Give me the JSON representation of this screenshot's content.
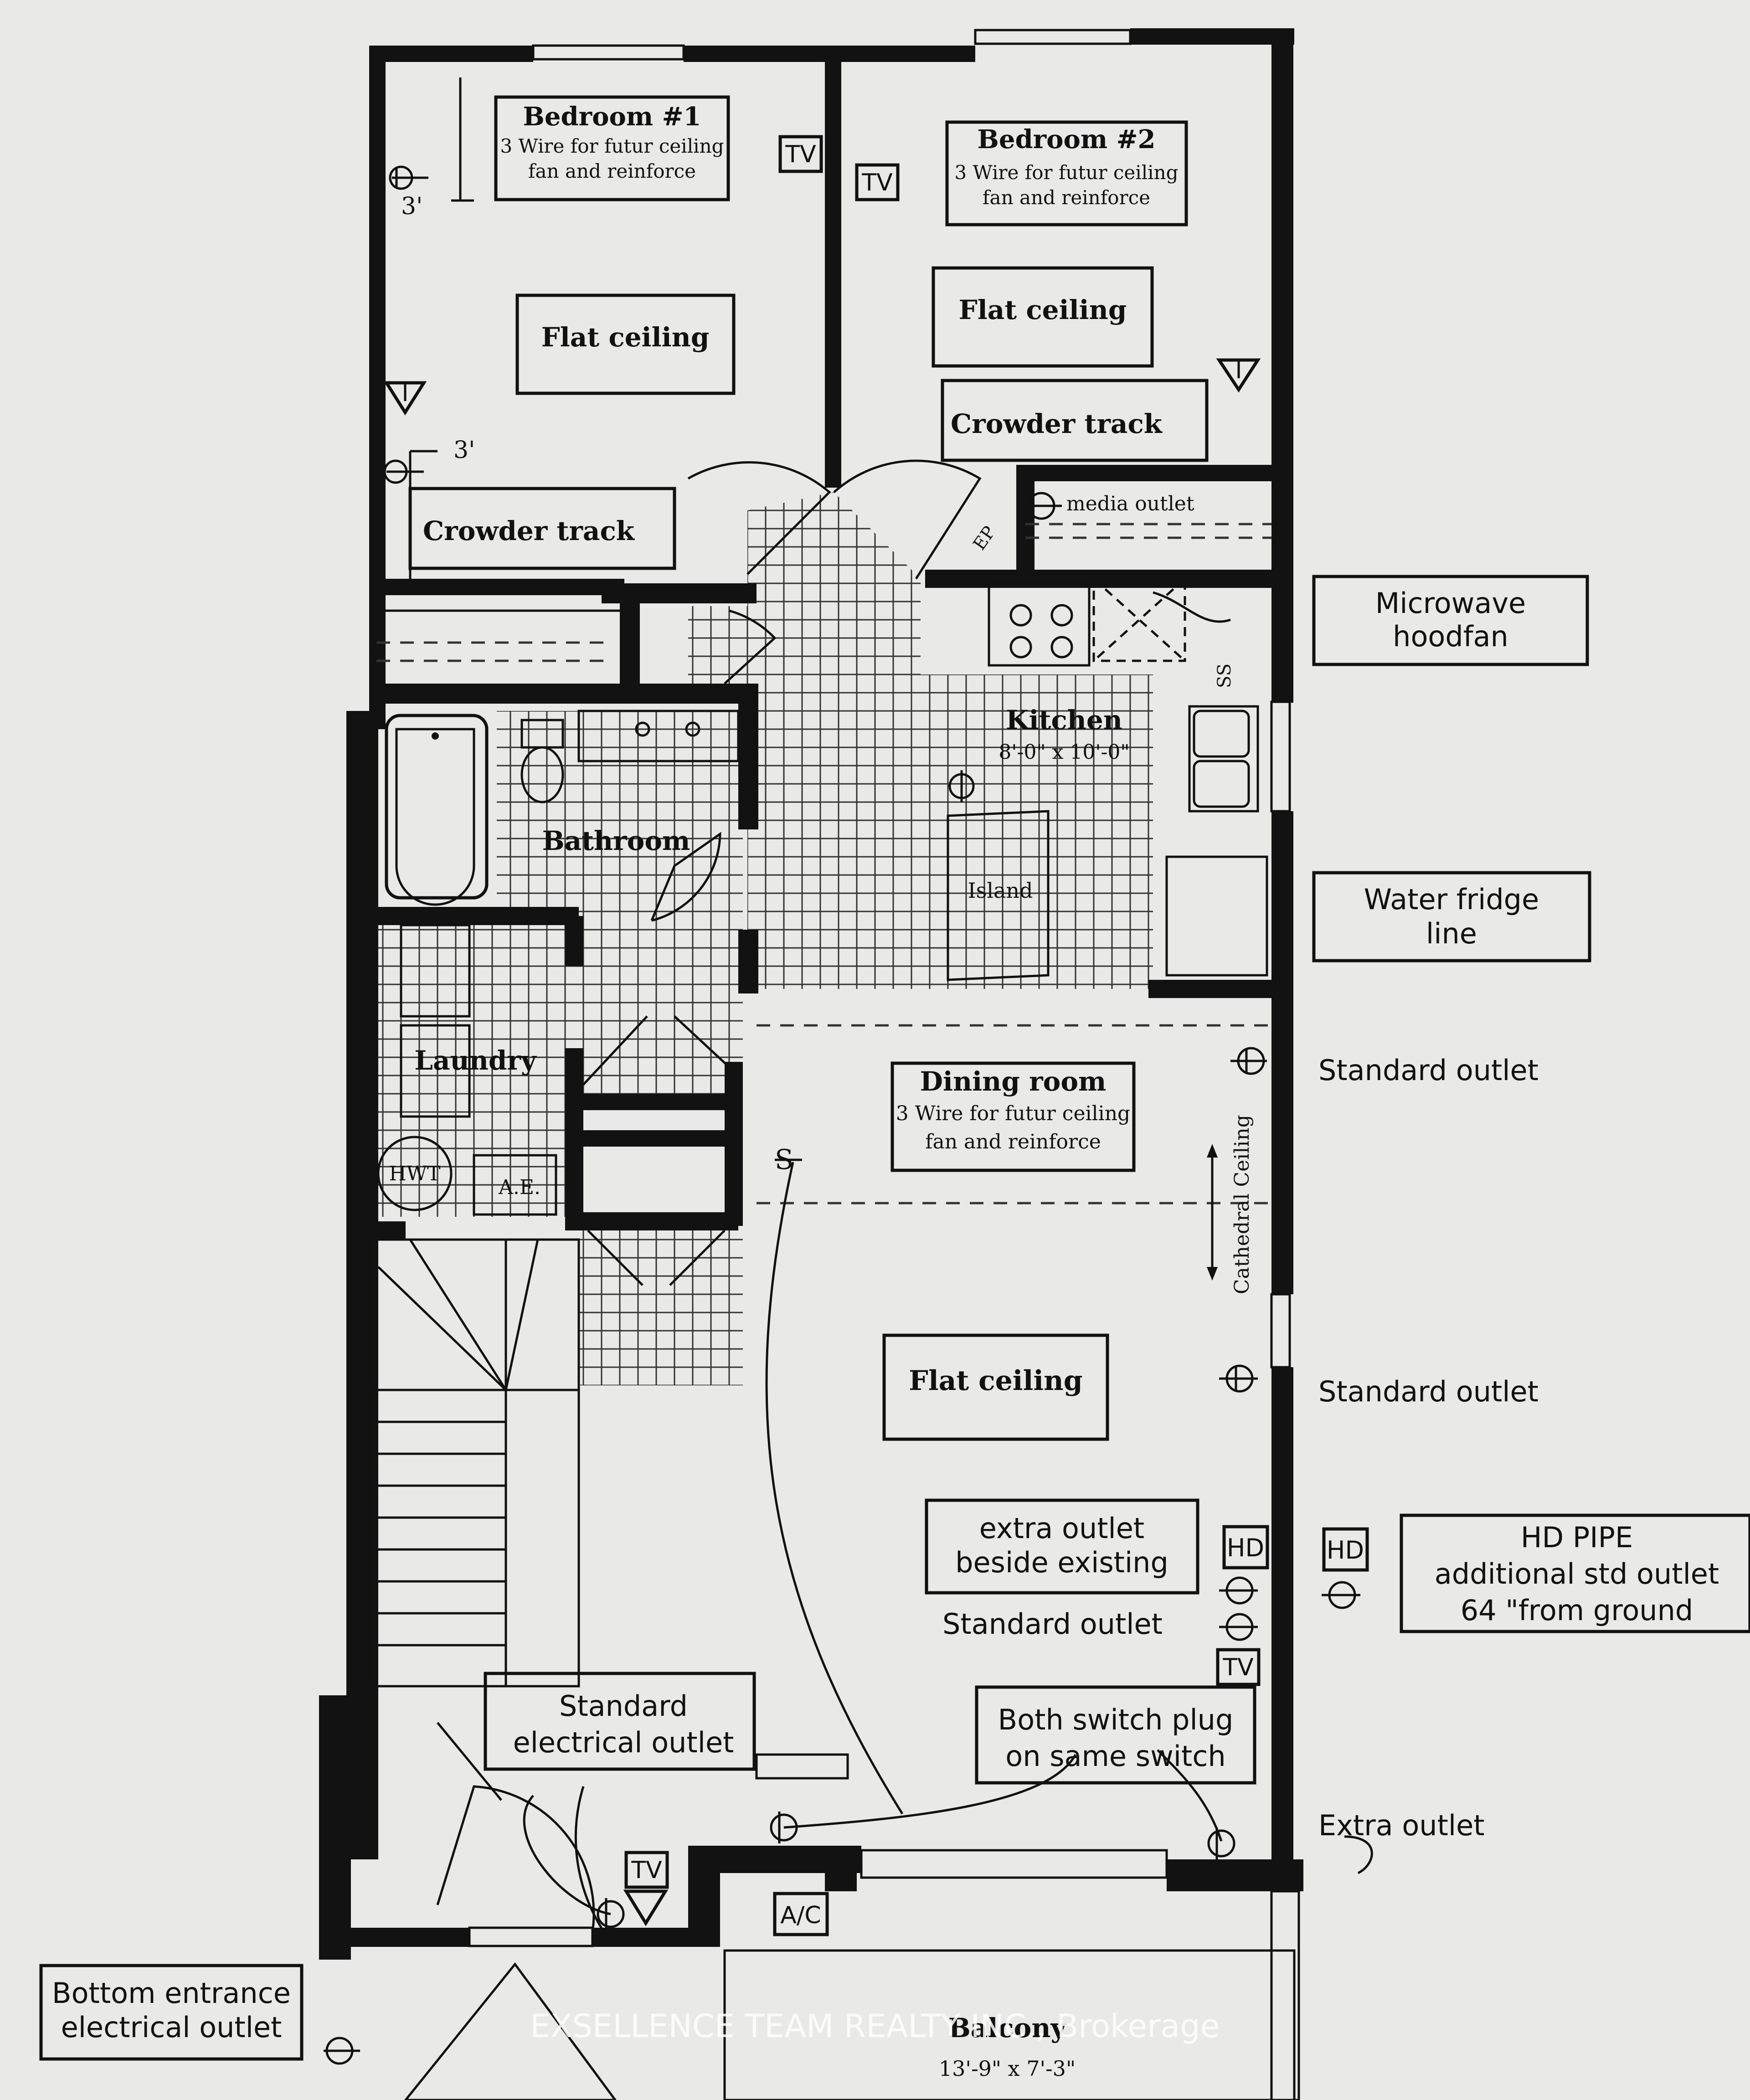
{
  "rooms": {
    "bedroom1": {
      "title": "Bedroom #1",
      "note_line1": "3 Wire for futur ceiling",
      "note_line2": "fan and reinforce",
      "ceiling": "Flat ceiling",
      "track": "Crowder track",
      "dim_a": "3'",
      "dim_b": "3'"
    },
    "bedroom2": {
      "title": "Bedroom #2",
      "note_line1": "3 Wire for futur ceiling",
      "note_line2": "fan and reinforce",
      "ceiling": "Flat ceiling",
      "track": "Crowder track"
    },
    "kitchen": {
      "title": "Kitchen",
      "size": "8'-0\" x 10'-0\"",
      "island": "Island",
      "media": "media outlet",
      "ep": "EP",
      "ss": "SS"
    },
    "bathroom": {
      "title": "Bathroom"
    },
    "laundry": {
      "title": "Laundry",
      "hwt": "HWT",
      "ae": "A.E."
    },
    "dining": {
      "title": "Dining room",
      "note_line1": "3 Wire for futur ceiling",
      "note_line2": "fan and reinforce",
      "cathedral": "Cathedral Ceiling"
    },
    "living": {
      "ceiling": "Flat ceiling"
    },
    "balcony": {
      "title": "Balcony",
      "size": "13'-9\" x 7'-3\""
    }
  },
  "symbols": {
    "tv": "TV",
    "hd": "HD",
    "ac": "A/C",
    "s": "S"
  },
  "annotations": {
    "microwave_line1": "Microwave",
    "microwave_line2": "hoodfan",
    "water_line1": "Water fridge",
    "water_line2": "line",
    "std_outlet_1": "Standard outlet",
    "std_outlet_2": "Standard outlet",
    "extra_line1": "extra outlet",
    "extra_line2": "beside existing",
    "std_outlet_3": "Standard outlet",
    "hd_pipe_line1": "HD PIPE",
    "hd_pipe_line2": "additional std outlet",
    "hd_pipe_line3": "64 \"from ground",
    "both_line1": "Both switch plug",
    "both_line2": "on same switch",
    "std_elec_line1": "Standard",
    "std_elec_line2": "electrical outlet",
    "extra_outlet": "Extra outlet",
    "bottom_line1": "Bottom entrance",
    "bottom_line2": "electrical outlet"
  },
  "watermark": "EXSELLENCE TEAM REALTY INC., Brokerage"
}
